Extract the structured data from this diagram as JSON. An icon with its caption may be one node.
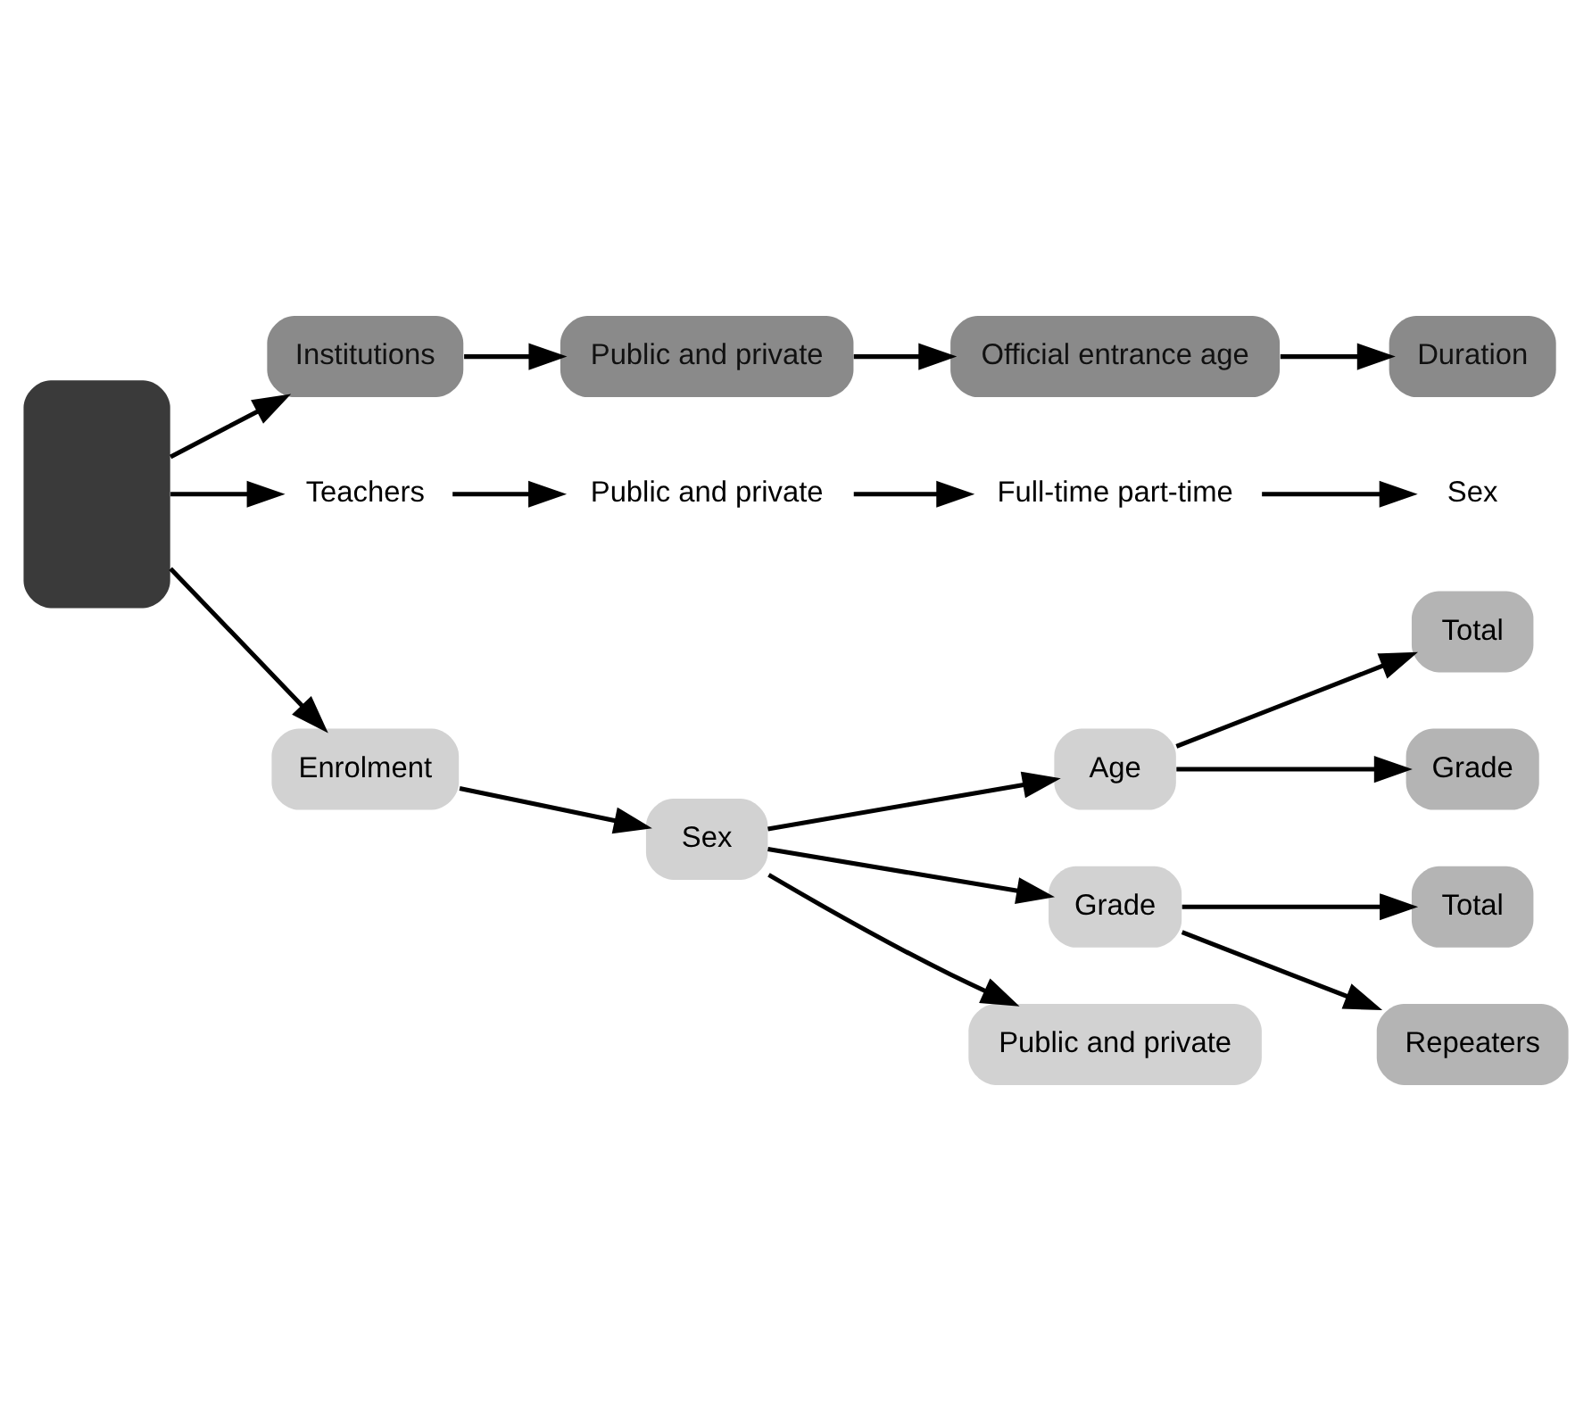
{
  "diagram": {
    "nodes": [
      {
        "text": [],
        "shape": "box"
      },
      {
        "text": [
          "Institutions"
        ]
      },
      {
        "text": [
          "Public and private"
        ]
      },
      {
        "text": [
          "Official entrance age"
        ]
      },
      {
        "text": [
          "Duration"
        ]
      },
      {
        "text": [
          "Teachers"
        ]
      },
      {
        "text": [
          "Public and private"
        ]
      },
      {
        "text": [
          "Full-time part-time"
        ]
      },
      {
        "text": [
          "Sex"
        ]
      },
      {
        "text": [
          "Enrolment"
        ]
      },
      {
        "text": [
          "Sex"
        ]
      },
      {
        "text": [
          "Age"
        ]
      },
      {
        "text": [
          "Total"
        ]
      },
      {
        "text": [
          "Grade"
        ]
      },
      {
        "text": [
          "Grade"
        ]
      },
      {
        "text": [
          "Total"
        ]
      },
      {
        "text": [
          "Repeaters"
        ]
      },
      {
        "text": [
          "Public and private"
        ]
      }
    ],
    "edges": [
      {
        "from": 0,
        "to": 1,
        "arrow": "to"
      },
      {
        "from": 0,
        "to": 5,
        "arrow": "to"
      },
      {
        "from": 0,
        "to": 9,
        "arrow": "to"
      },
      {
        "from": 1,
        "to": 2,
        "arrow": "to"
      },
      {
        "from": 2,
        "to": 3,
        "arrow": "to"
      },
      {
        "from": 3,
        "to": 4,
        "arrow": "to"
      },
      {
        "from": 5,
        "to": 6,
        "arrow": "to"
      },
      {
        "from": 6,
        "to": 7,
        "arrow": "to"
      },
      {
        "from": 7,
        "to": 8,
        "arrow": "to"
      },
      {
        "from": 9,
        "to": 10,
        "arrow": "to"
      },
      {
        "from": 10,
        "to": 11,
        "arrow": "to"
      },
      {
        "from": 10,
        "to": 14,
        "arrow": "to"
      },
      {
        "from": 10,
        "to": 17,
        "arrow": "to"
      },
      {
        "from": 11,
        "to": 12,
        "arrow": "to"
      },
      {
        "from": 11,
        "to": 13,
        "arrow": "to"
      },
      {
        "from": 14,
        "to": 15,
        "arrow": "to"
      },
      {
        "from": 14,
        "to": 16,
        "arrow": "to"
      }
    ]
  }
}
